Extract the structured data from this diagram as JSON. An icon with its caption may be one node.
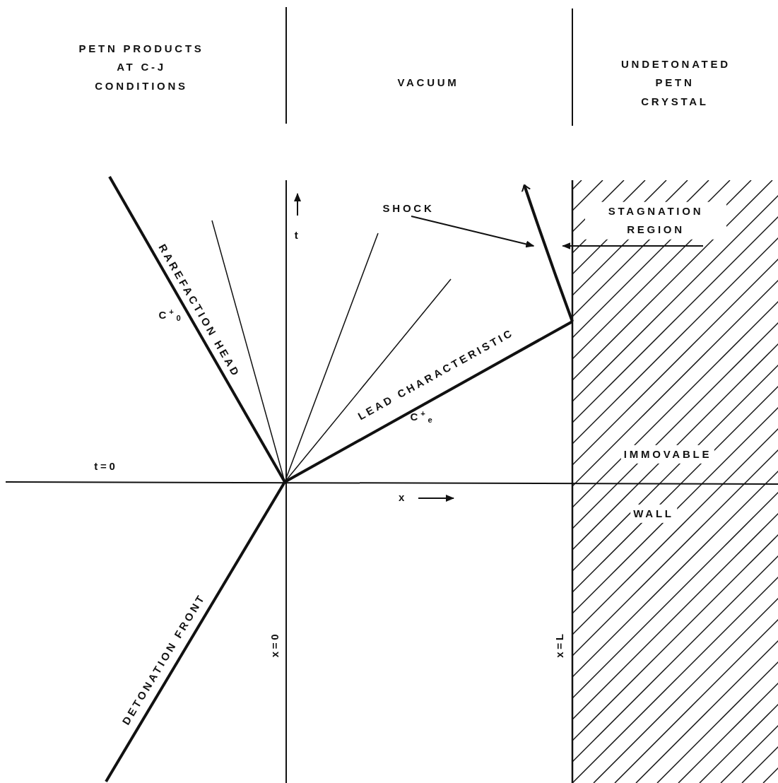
{
  "diagram": {
    "nodes": [
      {
        "text": [
          "SHOCK"
        ]
      },
      {
        "text": [],
        "shape": "line"
      },
      {
        "text": [
          "STAGNATION REGION"
        ]
      }
    ],
    "edges": [
      {
        "from": 0,
        "to": 1,
        "arrow": "to"
      },
      {
        "from": 2,
        "to": 1,
        "arrow": "to"
      }
    ],
    "labels": [
      "PETN PRODUCTS AT C-J CONDITIONS",
      "VACUUM",
      "UNDETONATED PETN CRYSTAL",
      "RAREFACTION HEAD",
      "C$^{+}$$_{0}$",
      "LEAD CHARACTERISTIC",
      "C$^{+}$$_{e}$",
      "t",
      "t=0",
      "x",
      "IMMOVABLE",
      "WALL",
      "DETONATION FRONT",
      "x=0",
      "x=L"
    ]
  }
}
